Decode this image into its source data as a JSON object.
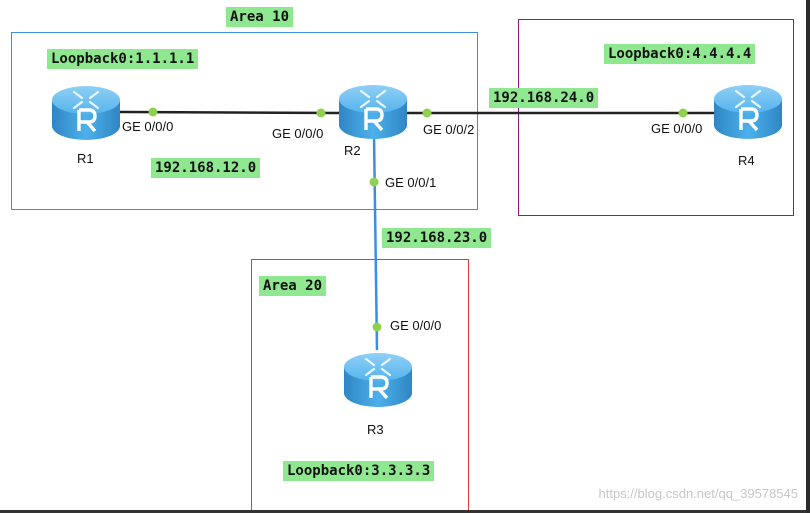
{
  "areas": {
    "area10": "Area 10",
    "area20": "Area 20"
  },
  "routers": {
    "r1": {
      "name": "R1",
      "loopback": "Loopback0:1.1.1.1",
      "port_ge000": "GE 0/0/0"
    },
    "r2": {
      "name": "R2",
      "port_ge000": "GE 0/0/0",
      "port_ge002": "GE 0/0/2",
      "port_ge001": "GE 0/0/1"
    },
    "r3": {
      "name": "R3",
      "loopback": "Loopback0:3.3.3.3",
      "port_ge000": "GE 0/0/0"
    },
    "r4": {
      "name": "R4",
      "loopback": "Loopback0:4.4.4.4",
      "port_ge000": "GE 0/0/0"
    }
  },
  "networks": {
    "r1_r2": "192.168.12.0",
    "r2_r4": "192.168.24.0",
    "r2_r3": "192.168.23.0"
  },
  "watermark": "https://blog.csdn.net/qq_39578545",
  "colors": {
    "area10_border": "#3a8ee6",
    "area20_border": "#e53935",
    "r4_area_border": "#8b1a8b",
    "label_bg": "#8fe88f",
    "link_black": "#222222",
    "link_blue": "#3a8ee6",
    "port_dot": "#8fd14f",
    "router_body": "#3ea0dc"
  }
}
